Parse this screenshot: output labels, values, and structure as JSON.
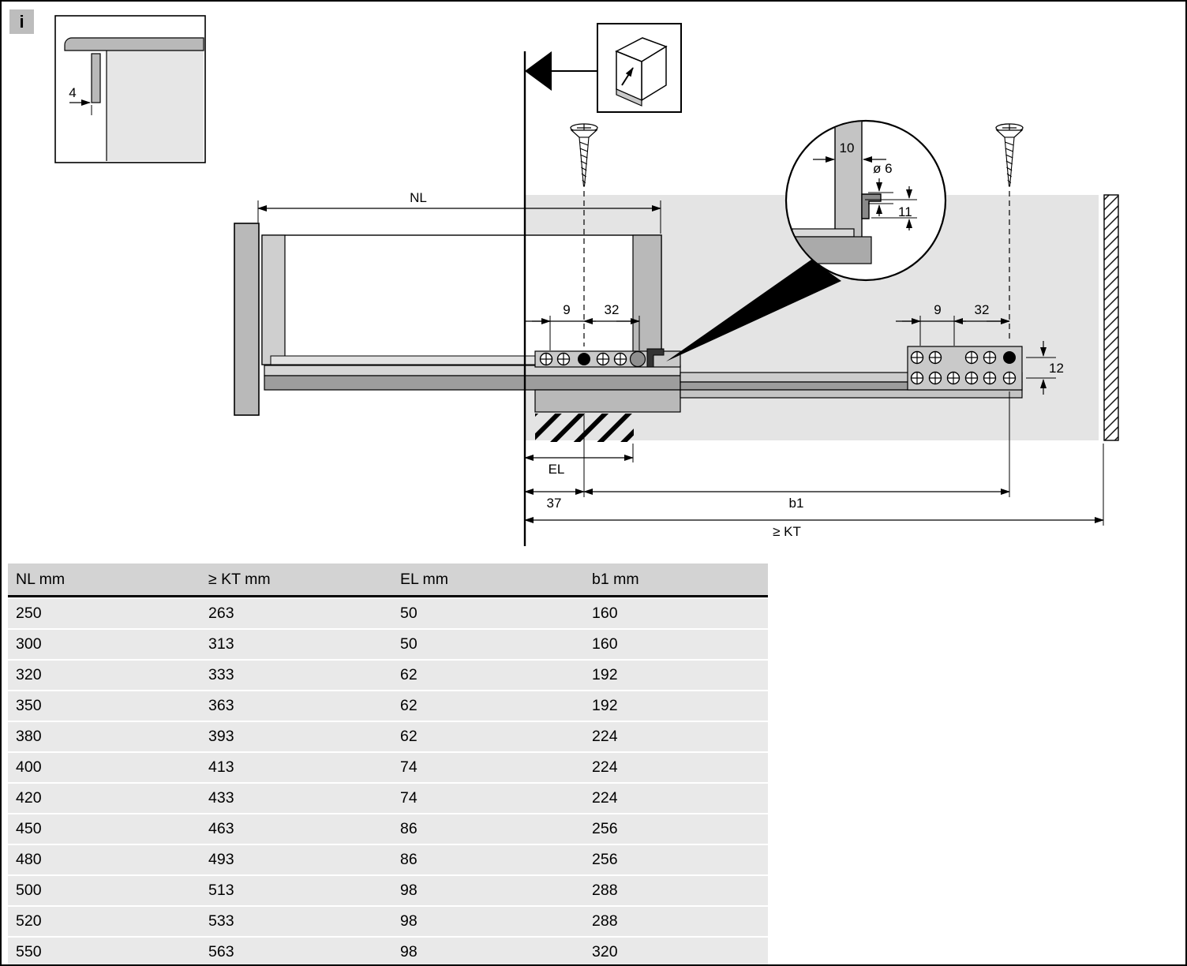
{
  "info_badge": "i",
  "diagram": {
    "inset": {
      "gap_dim": "4"
    },
    "labels": {
      "nl": "NL",
      "d9": "9",
      "d32": "32",
      "d10": "10",
      "dia6": "ø 6",
      "d11": "11",
      "d12": "12",
      "el": "EL",
      "d37": "37",
      "b1": "b1",
      "kt": "≥ KT"
    }
  },
  "table": {
    "headers": [
      "NL mm",
      "≥ KT mm",
      "EL mm",
      "b1 mm"
    ],
    "rows": [
      [
        "250",
        "263",
        "50",
        "160"
      ],
      [
        "300",
        "313",
        "50",
        "160"
      ],
      [
        "320",
        "333",
        "62",
        "192"
      ],
      [
        "350",
        "363",
        "62",
        "192"
      ],
      [
        "380",
        "393",
        "62",
        "224"
      ],
      [
        "400",
        "413",
        "74",
        "224"
      ],
      [
        "420",
        "433",
        "74",
        "224"
      ],
      [
        "450",
        "463",
        "86",
        "256"
      ],
      [
        "480",
        "493",
        "86",
        "256"
      ],
      [
        "500",
        "513",
        "98",
        "288"
      ],
      [
        "520",
        "533",
        "98",
        "288"
      ],
      [
        "550",
        "563",
        "98",
        "320"
      ]
    ]
  }
}
